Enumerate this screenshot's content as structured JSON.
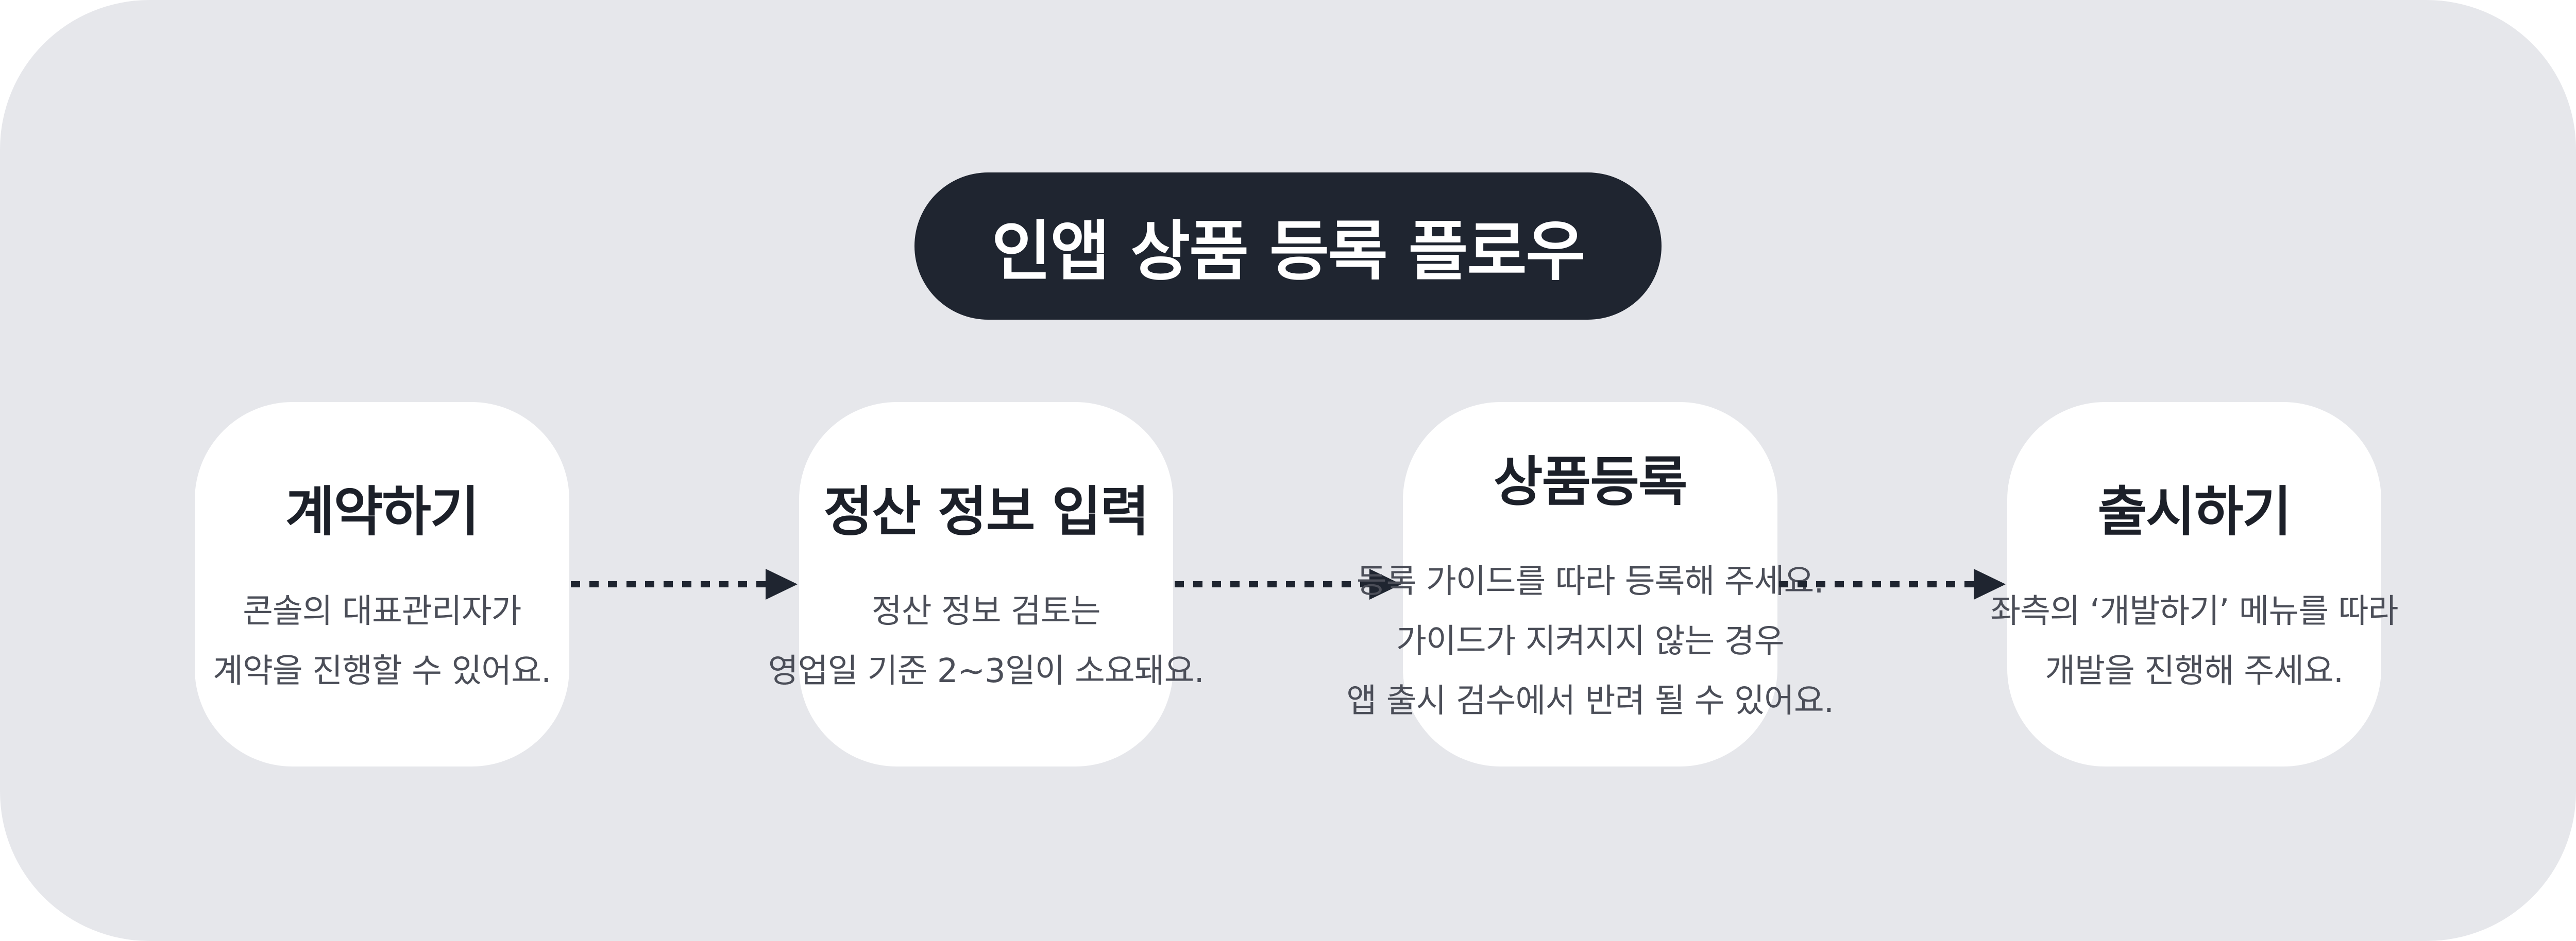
{
  "title": "인앱 상품 등록 플로우",
  "colors": {
    "background": "#e6e7eb",
    "pill": "#1f2530",
    "card": "#ffffff",
    "title_text": "#1c2029",
    "body_text": "#4b4e58"
  },
  "steps": [
    {
      "title": "계약하기",
      "lines": [
        "콘솔의 대표관리자가",
        "계약을 진행할 수 있어요."
      ]
    },
    {
      "title": "정산 정보 입력",
      "lines": [
        "정산 정보 검토는",
        "영업일 기준 2~3일이 소요돼요."
      ]
    },
    {
      "title": "상품등록",
      "lines": [
        "등록 가이드를 따라 등록해 주세요.",
        "가이드가 지켜지지 않는 경우",
        "앱 출시 검수에서 반려 될 수 있어요."
      ]
    },
    {
      "title": "출시하기",
      "lines": [
        "좌측의 ‘개발하기’ 메뉴를 따라",
        "개발을 진행해 주세요."
      ]
    }
  ]
}
